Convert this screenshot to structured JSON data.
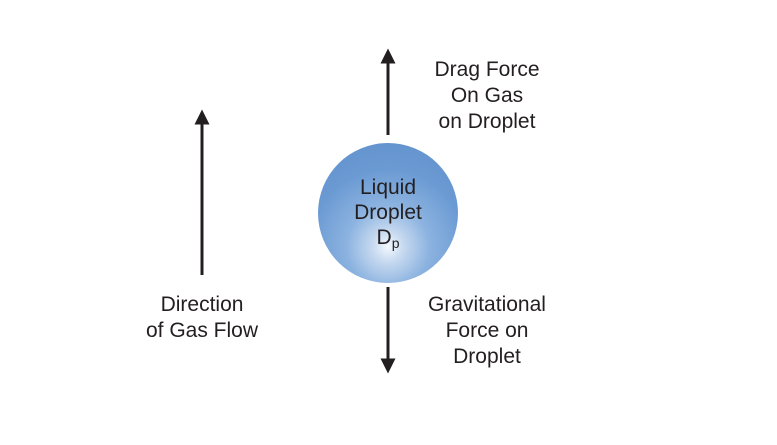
{
  "labels": {
    "drag_force": [
      "Drag Force",
      "On Gas",
      "on Droplet"
    ],
    "gravitational_force": [
      "Gravitational",
      "Force on",
      "Droplet"
    ],
    "gas_flow": [
      "Direction",
      "of Gas Flow"
    ]
  },
  "droplet": {
    "lines": [
      "Liquid",
      "Droplet"
    ],
    "symbol": "D",
    "subscript": "p",
    "color": "#6b9ad3",
    "highlight_color": "#f4f8fd"
  },
  "arrow_color": "#231f20",
  "text_color": "#231f20"
}
